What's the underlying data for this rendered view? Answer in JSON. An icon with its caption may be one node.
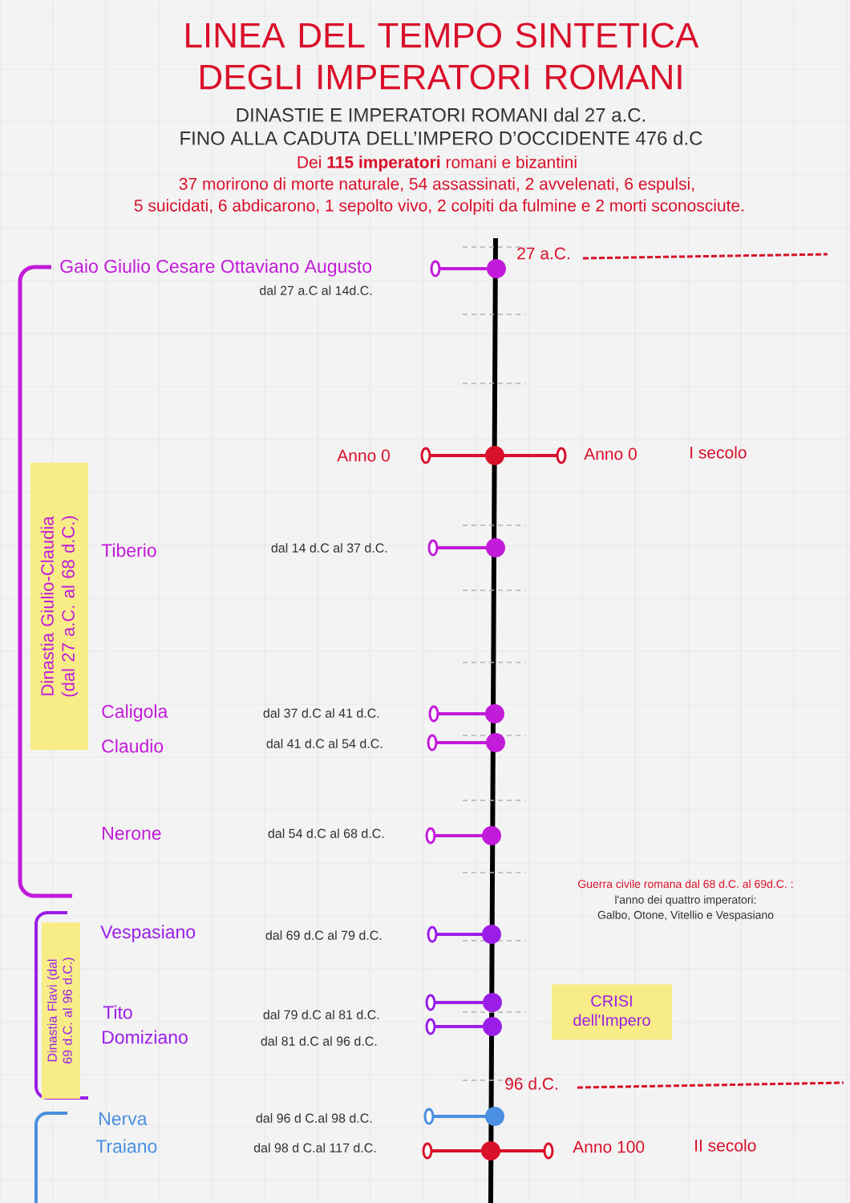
{
  "diagram": {
    "title": "LINEA DEL TEMPO SINTETICA DEGLI IMPERATORI ROMANI",
    "nodes": [
      {
        "text": [
          "Dinastia Giulio-Claudia (dal 27 a.C. al 68 d.C.)"
        ]
      },
      {
        "text": [
          "Dinastia Flavi (dal 69 d.C. al 96 d.C.)"
        ]
      },
      {
        "text": [
          "CRISI dell'Impero"
        ]
      }
    ],
    "labels": [
      "DINASTIE E IMPERATORI ROMANI  dal 27 a.C.",
      "FINO ALLA CADUTA DELL’IMPERO D’OCCIDENTE 476 d.C",
      "Dei **115 imperatori** romani e bizantini",
      "37 morirono di morte naturale, 54 assassinati, 2 avvelenati, 6 espulsi,",
      "5 suicidati, 6 abdicarono, 1 sepolto vivo, 2 colpiti da fulmine e 2 morti sconosciute.",
      "27 a.C.",
      "Gaio Giulio Cesare Ottaviano Augusto",
      "dal 27 a.C al 14d.C.",
      "Anno 0",
      "Anno 0",
      "I secolo",
      "Tiberio",
      "dal 14 d.C al 37 d.C.",
      "Caligola",
      "dal 37 d.C al 41 d.C.",
      "Claudio",
      "dal 41 d.C al 54 d.C.",
      "Nerone",
      "dal 54 d.C al 68 d.C.",
      "Guerra civile romana dal 68 d.C. al 69d.C. :",
      "l'anno dei quattro imperatori:",
      "Galbo, Otone, Vitellio e Vespasiano",
      "Vespasiano",
      "dal 69 d.C al 79 d.C.",
      "Tito",
      "dal 79 d.C al 81 d.C.",
      "Domiziano",
      "dal 81 d.C al 96 d.C.",
      "96 d.C.",
      "Nerva",
      "dal 96 d C.al 98 d.C.",
      "Traiano",
      "dal 98 d C.al 117 d.C.",
      "Anno 100",
      "II secolo"
    ]
  }
}
